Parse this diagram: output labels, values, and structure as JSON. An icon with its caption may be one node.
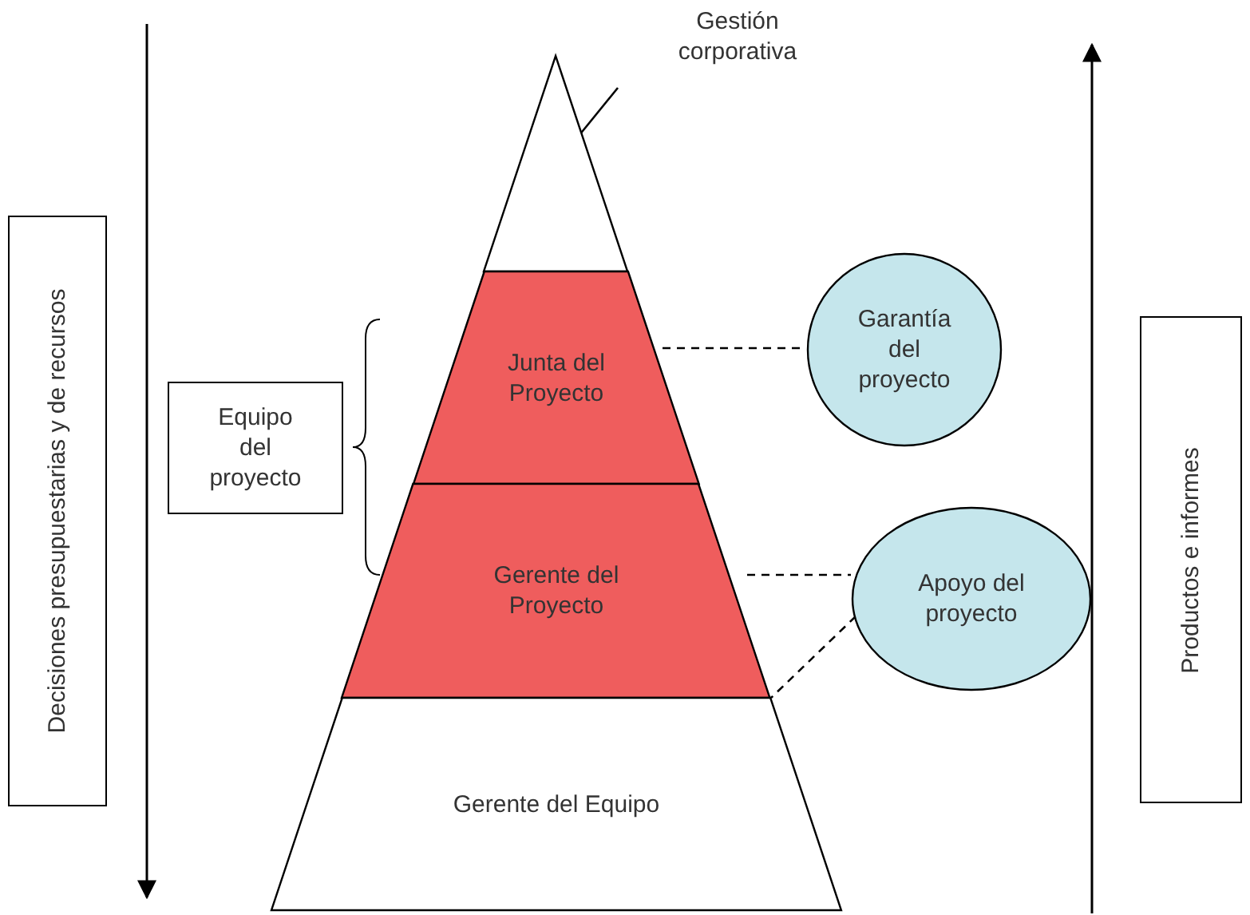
{
  "diagram": {
    "nodes": [
      {
        "text": [
          "Gestión corporativa"
        ]
      },
      {
        "text": [],
        "shape": "triangle"
      },
      {
        "text": [
          "Junta del Proyecto"
        ]
      },
      {
        "text": [
          "Gerente del Proyecto"
        ]
      },
      {
        "text": [
          "Gerente del Equipo"
        ]
      },
      {
        "text": [
          "Garantía del proyecto"
        ]
      },
      {
        "text": [
          "Apoyo del proyecto"
        ]
      },
      {
        "text": [
          "Equipo del proyecto"
        ]
      },
      {
        "text": [
          "Decisiones presupuestarias y de recursos"
        ]
      },
      {
        "text": [
          "Productos e informes"
        ]
      }
    ],
    "edges": [
      {
        "from": 0,
        "to": 1,
        "arrow": "none"
      },
      {
        "from": 2,
        "to": 5,
        "arrow": "none",
        "style": "dashed"
      },
      {
        "from": 3,
        "to": 6,
        "arrow": "none",
        "style": "dashed"
      },
      {
        "from": 6,
        "to": 4,
        "arrow": "none",
        "style": "dashed"
      }
    ]
  }
}
